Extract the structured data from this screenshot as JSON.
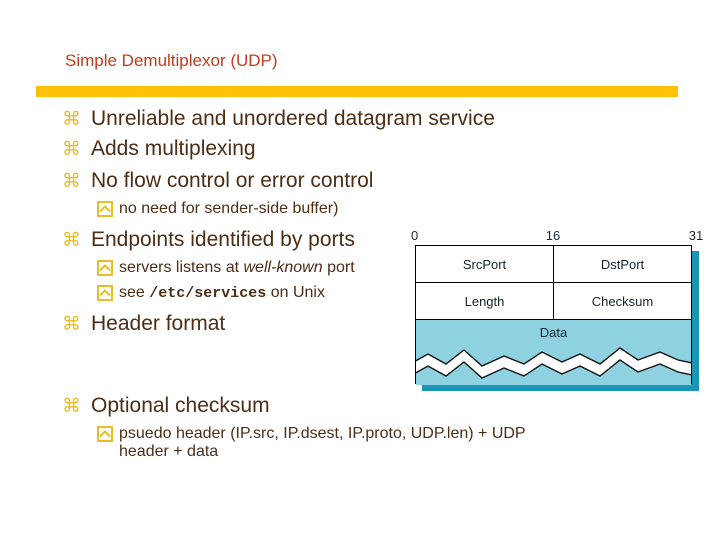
{
  "slide_title": "Simple Demultiplexor (UDP)",
  "bullet_glyph": "⌘",
  "bullets": {
    "unreliable": "Unreliable and unordered datagram service",
    "multiplexing": "Adds multiplexing",
    "no_flow_control": "No flow control or error control",
    "sender_buffer": "no need for sender-side buffer)",
    "endpoints": "Endpoints identified by ports",
    "servers_pre": "servers listens at ",
    "servers_italic": "well-known",
    "servers_post": " port",
    "etc_pre": "see ",
    "etc_mono": "/etc/services",
    "etc_post": " on Unix",
    "header_format": "Header format",
    "optional_checksum": "Optional checksum",
    "pseudo_header_line1": "psuedo header (IP.src, IP.dsest, IP.proto, UDP.len) + UDP",
    "pseudo_header_line2": "header + data"
  },
  "diagram": {
    "bit_label_0": "0",
    "bit_label_16": "16",
    "bit_label_31": "31",
    "src_port": "SrcPort",
    "dst_port": "DstPort",
    "length": "Length",
    "checksum": "Checksum",
    "data": "Data"
  },
  "colors": {
    "title_red": "#c53a1c",
    "accent_bar_gold": "#ffc107",
    "bullet_gold": "#e8bd28",
    "body_brown": "#4d2d15",
    "diagram_fill_blue": "#8ed1e1",
    "diagram_shadow_teal": "#1a95b5"
  }
}
